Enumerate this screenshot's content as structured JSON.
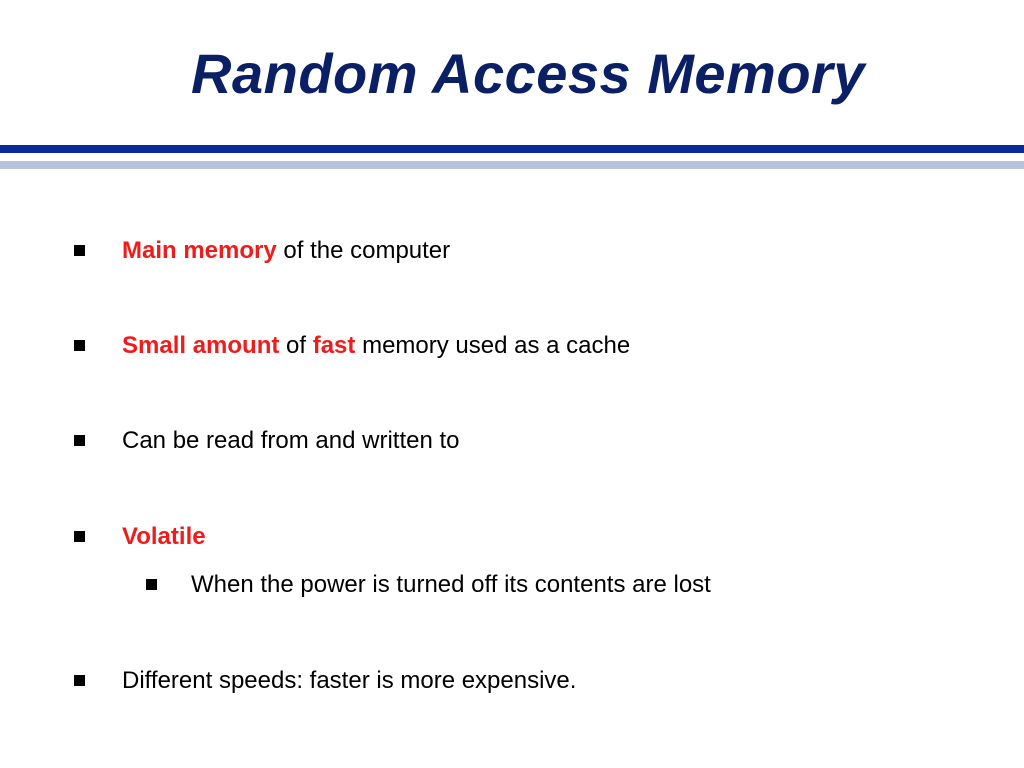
{
  "slide": {
    "title": "Random Access Memory",
    "colors": {
      "title": "#0a1f64",
      "rule_dark": "#0a2a9a",
      "rule_light": "#b8c2dc",
      "highlight": "#ee1c1c",
      "text": "#000000",
      "bullet": "#000000"
    },
    "bullet_icon": "square-bullet-icon",
    "bullets": [
      {
        "level": 1,
        "segments": [
          {
            "text": "Main memory",
            "highlight": true
          },
          {
            "text": " of the computer",
            "highlight": false
          }
        ]
      },
      {
        "level": 1,
        "segments": [
          {
            "text": "Small amount",
            "highlight": true
          },
          {
            "text": " of ",
            "highlight": false
          },
          {
            "text": "fast",
            "highlight": true
          },
          {
            "text": " memory used as a cache",
            "highlight": false
          }
        ]
      },
      {
        "level": 1,
        "segments": [
          {
            "text": "Can be read from and written to",
            "highlight": false
          }
        ]
      },
      {
        "level": 1,
        "segments": [
          {
            "text": "Volatile",
            "highlight": true
          }
        ]
      },
      {
        "level": 2,
        "segments": [
          {
            "text": "When the power is turned off its contents are lost",
            "highlight": false
          }
        ]
      },
      {
        "level": 1,
        "segments": [
          {
            "text": "Different speeds: faster is more expensive.",
            "highlight": false
          }
        ]
      }
    ]
  }
}
